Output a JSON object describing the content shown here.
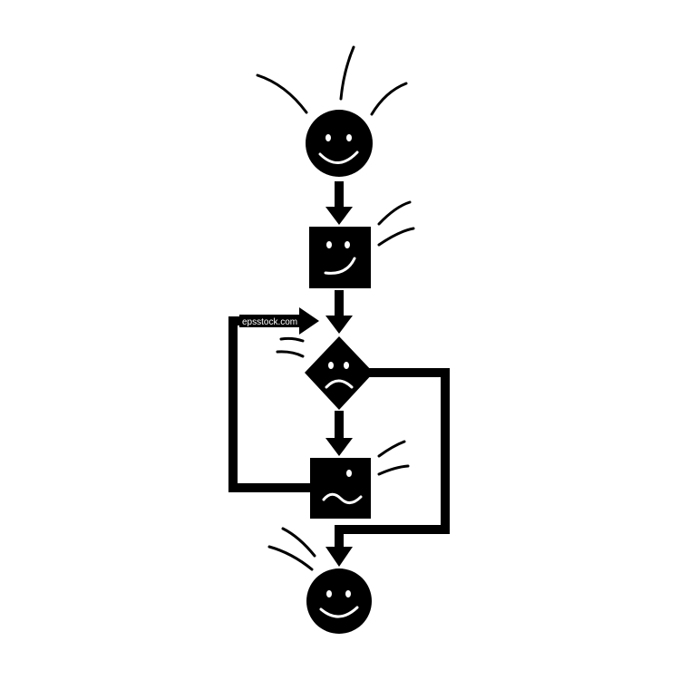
{
  "watermark": "epsstock.com",
  "colors": {
    "ink": "#000000",
    "background": "#ffffff"
  },
  "nodes": [
    {
      "id": "start",
      "shape": "circle",
      "expression": "happy",
      "icon": "smiley-face-icon"
    },
    {
      "id": "process-1",
      "shape": "square",
      "expression": "content",
      "icon": "square-face-icon"
    },
    {
      "id": "decision",
      "shape": "diamond",
      "expression": "sad",
      "icon": "frowning-face-icon"
    },
    {
      "id": "process-2",
      "shape": "square",
      "expression": "wavy-mouth-wink",
      "icon": "confused-face-icon"
    },
    {
      "id": "end",
      "shape": "circle",
      "expression": "happy",
      "icon": "smiley-face-icon"
    }
  ],
  "edges": [
    {
      "from": "start",
      "to": "process-1"
    },
    {
      "from": "process-1",
      "to": "decision"
    },
    {
      "from": "decision",
      "to": "process-2"
    },
    {
      "from": "decision",
      "to": "end",
      "route": "right-bypass"
    },
    {
      "from": "process-2",
      "to": "decision",
      "route": "left-loop"
    }
  ]
}
